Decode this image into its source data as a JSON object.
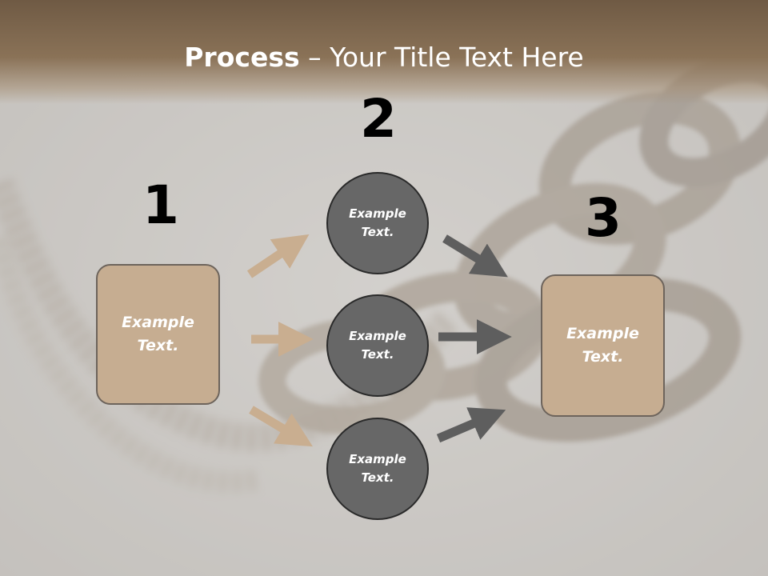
{
  "title": {
    "bold": "Process",
    "rest": " – Your Title Text Here"
  },
  "steps": {
    "one": "1",
    "two": "2",
    "three": "3"
  },
  "left_box": {
    "text": "Example\nText."
  },
  "circles": [
    {
      "text": "Example\nText."
    },
    {
      "text": "Example\nText."
    },
    {
      "text": "Example\nText."
    }
  ],
  "right_box": {
    "text": "Example\nText."
  },
  "colors": {
    "header": "#7a6249",
    "box_fill": "#c6ad91",
    "circle_fill": "#676767",
    "arrow_tan": "#c9ae90",
    "arrow_gray": "#5e5e5e"
  }
}
